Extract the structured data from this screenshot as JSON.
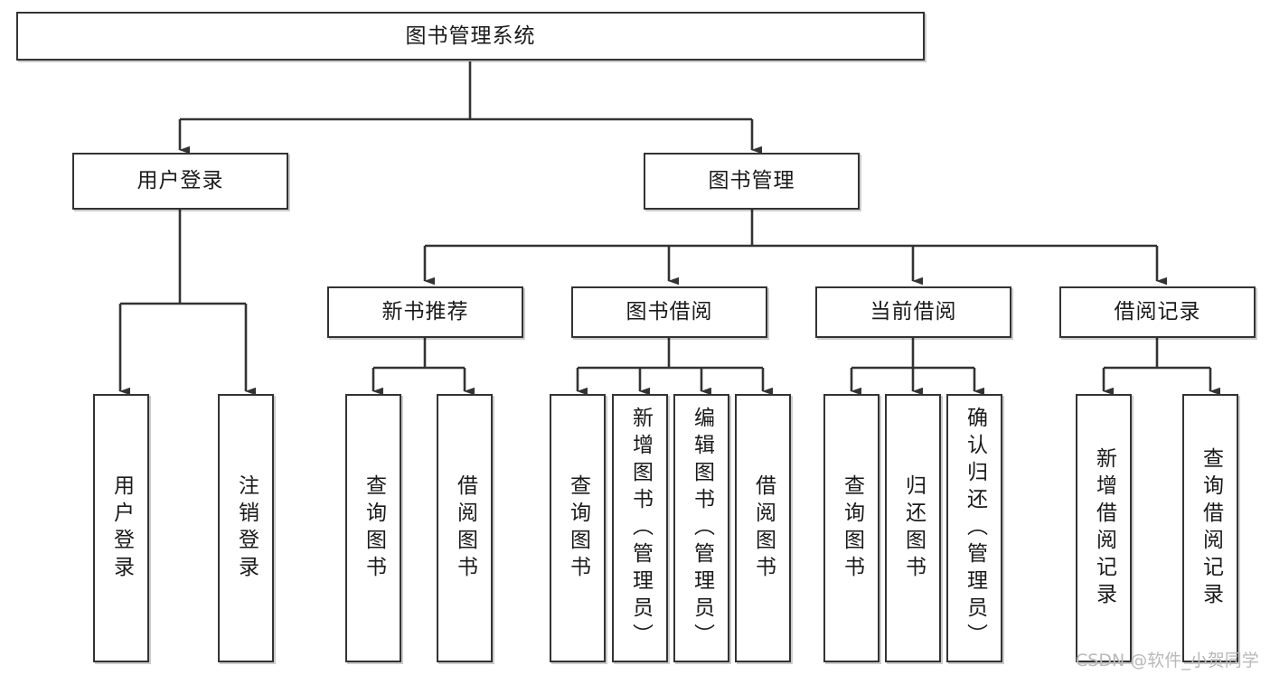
{
  "diagram": {
    "type": "tree-hierarchy-chart",
    "title": "图书管理系统",
    "orientation": "top-down",
    "colors": {
      "box_border": "#333333",
      "box_fill": "#ffffff",
      "connector": "#333333",
      "text": "#1a1a1a",
      "watermark": "#b9b9b9",
      "background": "#ffffff"
    },
    "levels": {
      "level1": "系统",
      "level2": "模块",
      "level3": "子模块",
      "level4": "功能"
    }
  },
  "root": {
    "id": "root",
    "label": "图书管理系统"
  },
  "level2": [
    {
      "id": "user-login",
      "label": "用户登录"
    },
    {
      "id": "book-management",
      "label": "图书管理"
    }
  ],
  "level3": [
    {
      "id": "new-book-recommend",
      "label": "新书推荐",
      "parent": "book-management"
    },
    {
      "id": "book-borrow",
      "label": "图书借阅",
      "parent": "book-management"
    },
    {
      "id": "current-borrow",
      "label": "当前借阅",
      "parent": "book-management"
    },
    {
      "id": "borrow-record",
      "label": "借阅记录",
      "parent": "book-management"
    }
  ],
  "leaves": {
    "user_login": [
      {
        "id": "leaf-user-login",
        "label": "用户登录"
      },
      {
        "id": "leaf-user-logout",
        "label": "注销登录"
      }
    ],
    "new_book_recommend": [
      {
        "id": "leaf-query-book-1",
        "label": "查询图书"
      },
      {
        "id": "leaf-borrow-book-1",
        "label": "借阅图书"
      }
    ],
    "book_borrow": [
      {
        "id": "leaf-query-book-2",
        "label": "查询图书"
      },
      {
        "id": "leaf-add-book",
        "label": "新增图书（管理员）"
      },
      {
        "id": "leaf-edit-book",
        "label": "编辑图书（管理员）"
      },
      {
        "id": "leaf-borrow-book-2",
        "label": "借阅图书"
      }
    ],
    "current_borrow": [
      {
        "id": "leaf-query-book-3",
        "label": "查询图书"
      },
      {
        "id": "leaf-return-book",
        "label": "归还图书"
      },
      {
        "id": "leaf-confirm-return",
        "label": "确认归还（管理员）"
      }
    ],
    "borrow_record": [
      {
        "id": "leaf-add-record",
        "label": "新增借阅记录"
      },
      {
        "id": "leaf-query-record",
        "label": "查询借阅记录"
      }
    ]
  },
  "watermark": {
    "text": "CSDN @软件_小贺同学"
  }
}
